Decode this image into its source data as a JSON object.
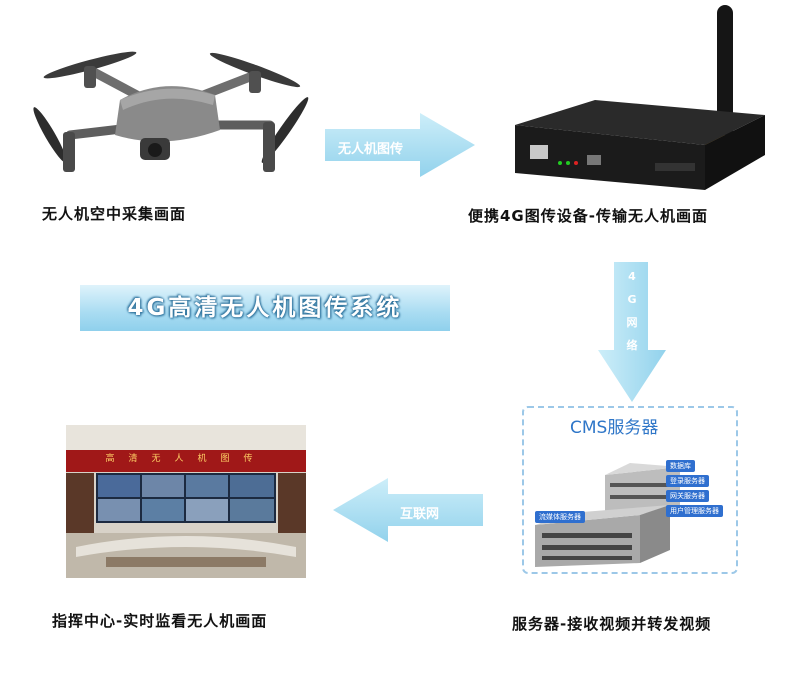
{
  "title": "4G高清无人机图传系统",
  "nodes": {
    "drone": {
      "caption": "无人机空中采集画面"
    },
    "device": {
      "caption": "便携4G图传设备-传输无人机画面"
    },
    "server": {
      "caption": "服务器-接收视频并转发视频",
      "box_title": "CMS服务器",
      "labels": [
        "数据库",
        "登录服务器",
        "网关服务器",
        "用户管理服务器",
        "流媒体服务器"
      ]
    },
    "command": {
      "caption": "指挥中心-实时监看无人机画面",
      "wall_banner": "高清无人机图传"
    }
  },
  "edges": {
    "drone_to_device": "无人机图传",
    "device_to_server": [
      "4",
      "G",
      "网",
      "络"
    ],
    "server_to_command": "互联网"
  },
  "colors": {
    "arrow": "#a9dcf0",
    "accent": "#2e76c8",
    "server_label": "#2f6fcf"
  }
}
